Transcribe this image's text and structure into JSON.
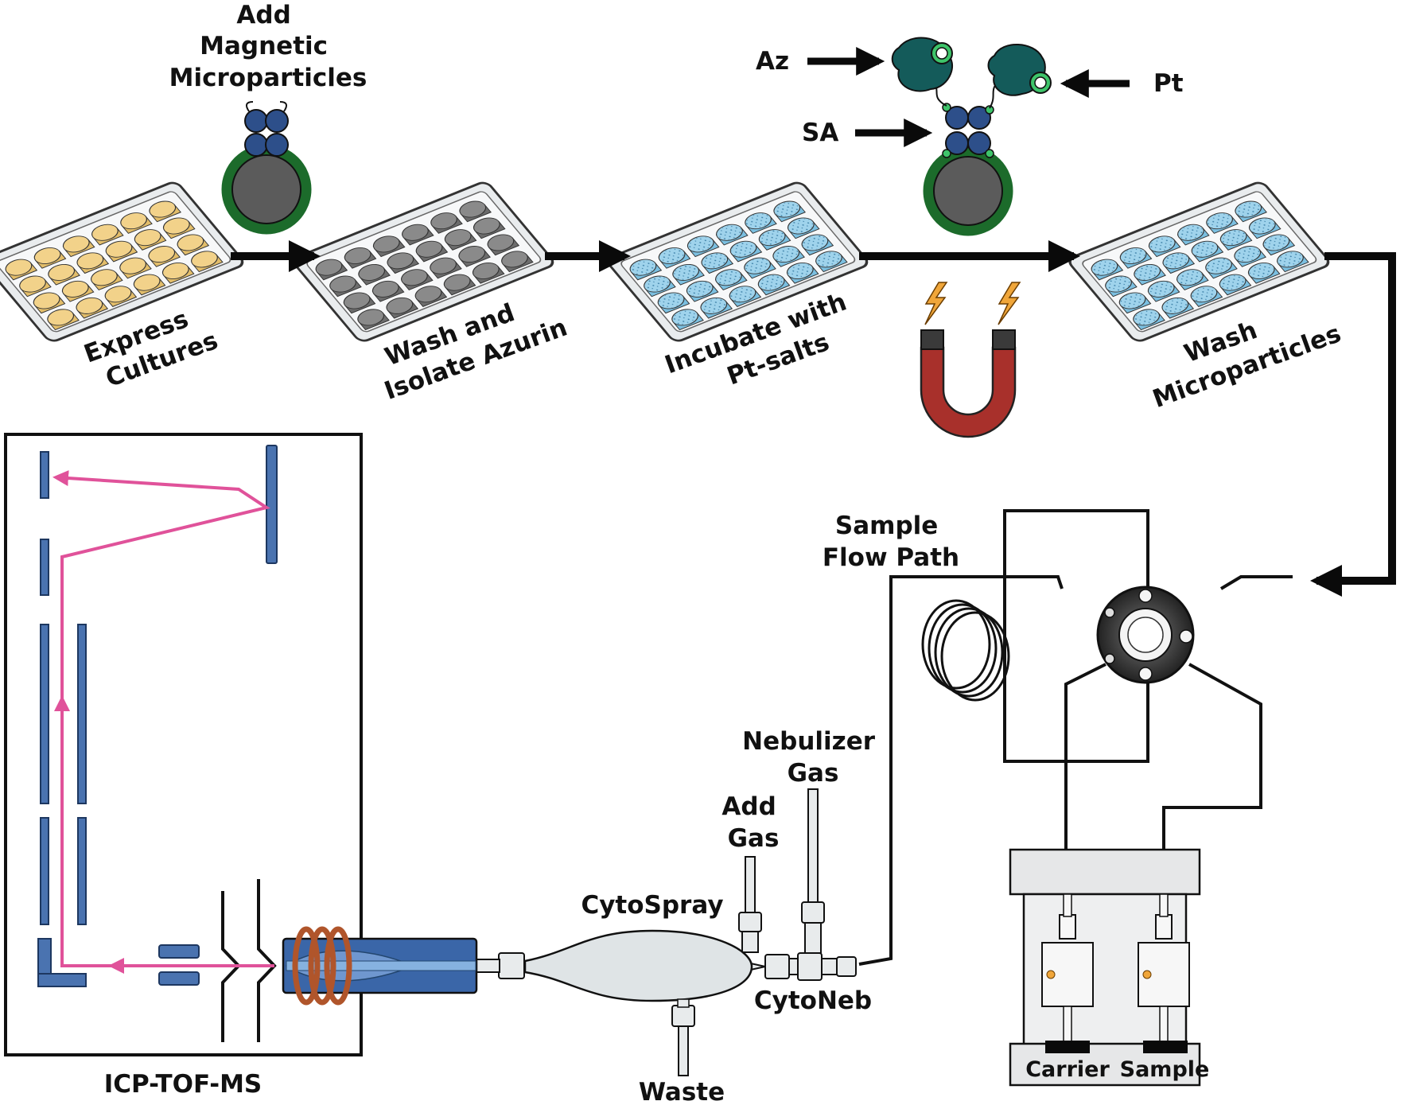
{
  "colors": {
    "arrow": "#0a0a0a",
    "ion_path": "#e0529a",
    "tof_plate": "#4a73b0",
    "plate_yellow": "#f2d28a",
    "plate_gray": "#8a8a8a",
    "plate_blue": "#9fd3ec",
    "bead_core": "#5b5b5b",
    "bead_shell": "#1c6b2b",
    "antibody": "#2d4f8a",
    "protein": "#145b5a",
    "magnet": "#a8302b",
    "coil": "#b0552b",
    "torch": "#3a66a8",
    "glass": "#dfe4e6",
    "pump": "#e6e7e8"
  },
  "icons": [
    "well-plate-icon",
    "magnetic-bead-icon",
    "antibody-icon",
    "protein-icon",
    "horseshoe-magnet-icon",
    "lightning-icon",
    "coil-loop-icon",
    "injection-valve-icon",
    "syringe-pump-icon",
    "torch-icon",
    "induction-coil-icon",
    "spray-chamber-icon"
  ],
  "labels": {
    "add_magnetic_microparticles": [
      "Add",
      "Magnetic",
      "Microparticles"
    ],
    "express_cultures": [
      "Express",
      "Cultures"
    ],
    "wash_isolate_azurin": [
      "Wash and",
      "Isolate Azurin"
    ],
    "incubate_pt_salts": [
      "Incubate with",
      "Pt-salts"
    ],
    "wash_microparticles": [
      "Wash",
      "Microparticles"
    ],
    "az": "Az",
    "pt": "Pt",
    "sa": "SA",
    "sample_flow_path": [
      "Sample",
      "Flow Path"
    ],
    "nebulizer_gas": [
      "Nebulizer",
      "Gas"
    ],
    "add_gas": [
      "Add",
      "Gas"
    ],
    "cytospray": "CytoSpray",
    "cytoneb": "CytoNeb",
    "waste": "Waste",
    "icp_tof_ms": "ICP-TOF-MS",
    "carrier": "Carrier",
    "sample": "Sample"
  }
}
